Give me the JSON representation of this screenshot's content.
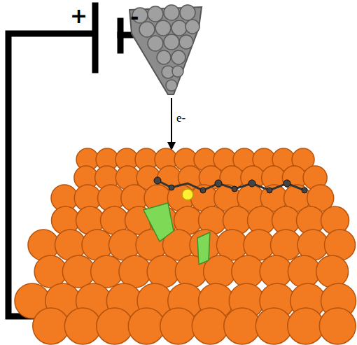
{
  "diagram": {
    "labels": [
      "+",
      "-",
      "e-"
    ]
  }
}
